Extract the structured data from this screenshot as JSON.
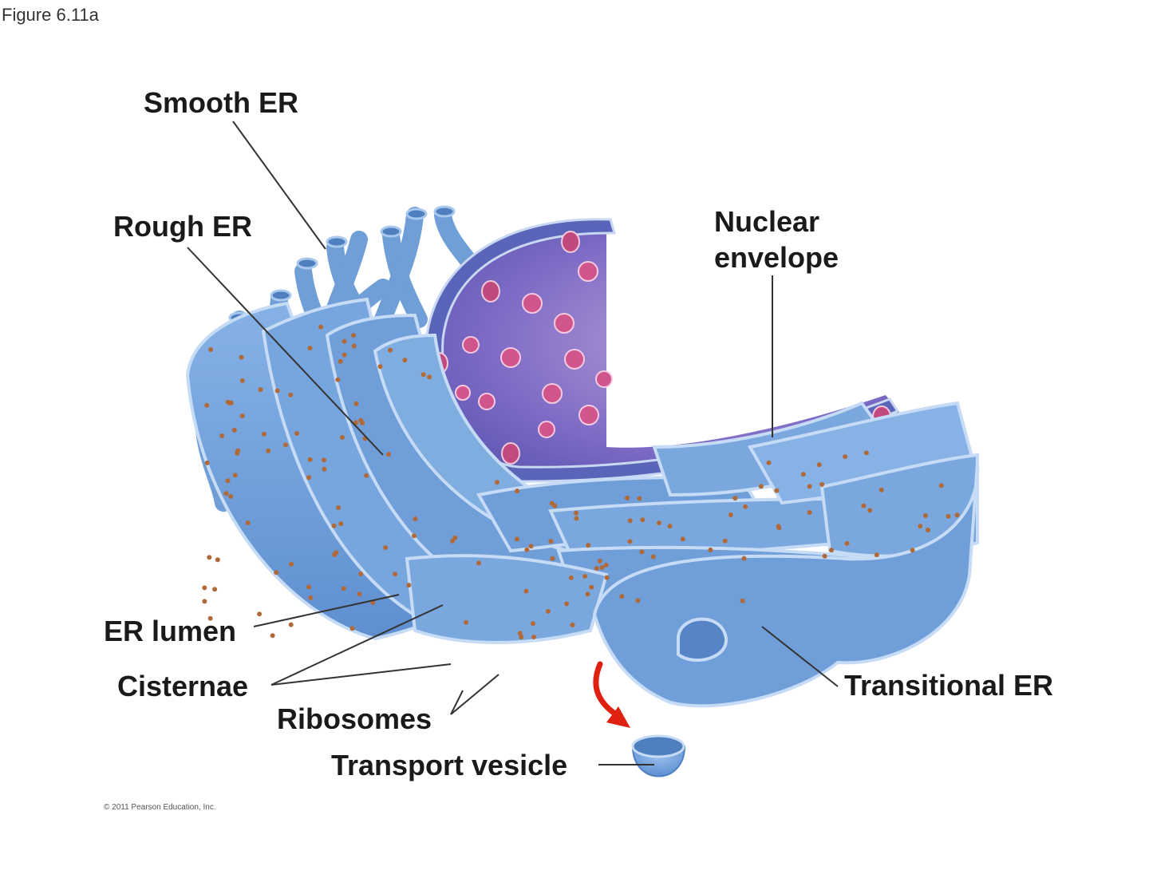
{
  "figure_label": "Figure 6.11a",
  "labels": {
    "smooth_er": "Smooth ER",
    "rough_er": "Rough ER",
    "nuclear_envelope_line1": "Nuclear",
    "nuclear_envelope_line2": "envelope",
    "er_lumen": "ER lumen",
    "cisternae": "Cisternae",
    "ribosomes": "Ribosomes",
    "transport_vesicle": "Transport vesicle",
    "transitional_er": "Transitional ER"
  },
  "copyright": "© 2011 Pearson Education, Inc.",
  "colors": {
    "er_membrane": "#6f9fd6",
    "er_light": "#a9c8ee",
    "er_dark": "#4f7fbf",
    "nucleus": "#7467bf",
    "nuclear_pore": "#c2497e",
    "ribosome": "#b06a3a",
    "arrow": "#e02010",
    "leader_line": "#333333"
  }
}
